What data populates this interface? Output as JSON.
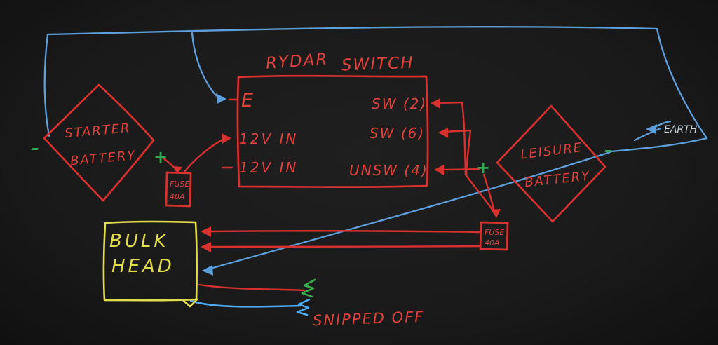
{
  "diagram": {
    "switch": {
      "title_word1": "RYDAR",
      "title_word2": "SWITCH",
      "terminal_e": "E",
      "terminal_12v_1": "12V IN",
      "terminal_12v_2": "12V IN",
      "terminal_sw2": "SW (2)",
      "terminal_sw6": "SW (6)",
      "terminal_unsw4": "UNSW (4)"
    },
    "starter_battery": {
      "name_line1": "STARTER",
      "name_line2": "BATTERY",
      "neg": "–",
      "pos": "+"
    },
    "leisure_battery": {
      "name_line1": "LEISURE",
      "name_line2": "BATTERY",
      "pos": "+",
      "neg": "–"
    },
    "fuse_starter": {
      "line1": "FUSE",
      "line2": "40A"
    },
    "fuse_leisure": {
      "line1": "FUSE",
      "line2": "40A"
    },
    "bulkhead": {
      "line1": "BULK",
      "line2": "HEAD"
    },
    "earth": "EARTH",
    "snipped": "SNIPPED OFF"
  },
  "colors": {
    "background": "#1a1a1a",
    "wire_positive_red": "#d8312e",
    "wire_negative_blue": "#5d9fdc",
    "terminal_green": "#2faa52",
    "bulkhead_yellow": "#e3dd4e",
    "earth_text": "#c9d4dc",
    "snip_scribble_green": "#37b24c",
    "snip_scribble_blue": "#4dabf7"
  }
}
